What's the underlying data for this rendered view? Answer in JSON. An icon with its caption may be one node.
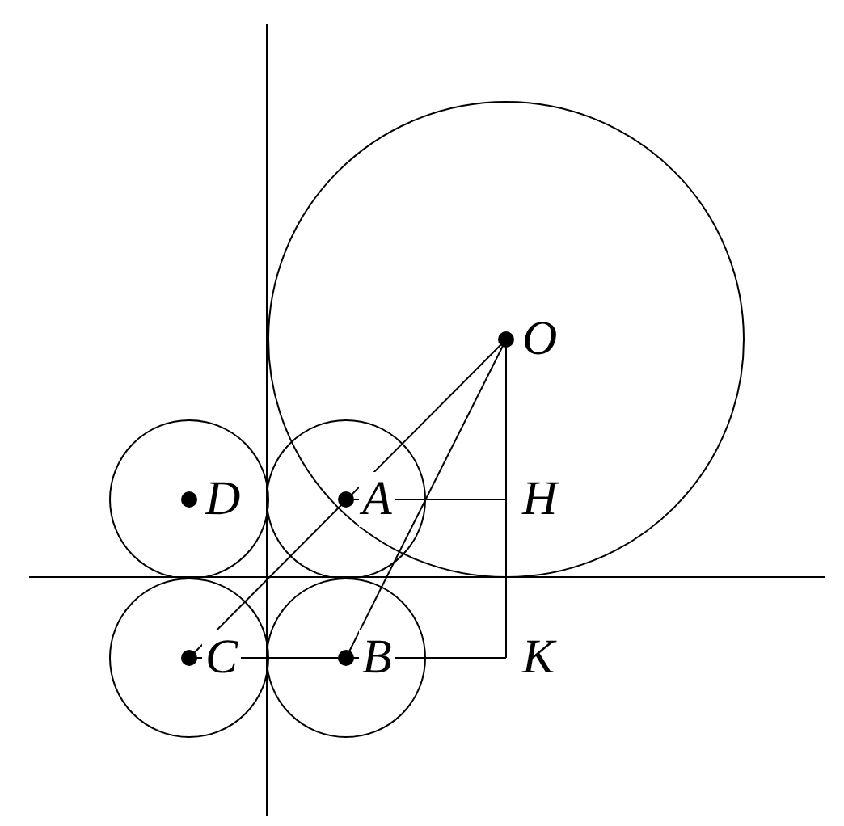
{
  "diagram": {
    "nodes": [
      {
        "text": [
          "O"
        ]
      },
      {
        "text": [
          "A"
        ]
      },
      {
        "text": [
          "B"
        ]
      },
      {
        "text": [
          "C"
        ]
      },
      {
        "text": [
          "D"
        ]
      },
      {
        "text": [
          "H"
        ]
      },
      {
        "text": [
          "K"
        ]
      }
    ],
    "edges": [
      {
        "from": 0,
        "to": 3,
        "arrow": "none"
      },
      {
        "from": 0,
        "to": 2,
        "arrow": "none"
      },
      {
        "from": 0,
        "to": 5,
        "arrow": "none"
      },
      {
        "from": 5,
        "to": 6,
        "arrow": "none"
      },
      {
        "from": 1,
        "to": 5,
        "arrow": "none"
      },
      {
        "from": 3,
        "to": 2,
        "arrow": "none"
      },
      {
        "from": 2,
        "to": 6,
        "arrow": "none"
      }
    ]
  }
}
